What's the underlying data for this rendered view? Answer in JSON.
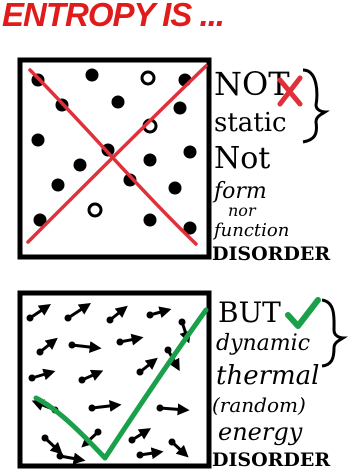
{
  "title": "ENTROPY IS ...",
  "panel_top": {
    "words": [
      "NOT",
      "static",
      "Not",
      "form",
      "nor",
      "function",
      "DISORDER"
    ],
    "mark_color": "#e0303a"
  },
  "panel_bottom": {
    "words": [
      "BUT",
      "dynamic",
      "thermal",
      "(random)",
      "energy",
      "DISORDER"
    ],
    "mark_color": "#1aa04a"
  }
}
